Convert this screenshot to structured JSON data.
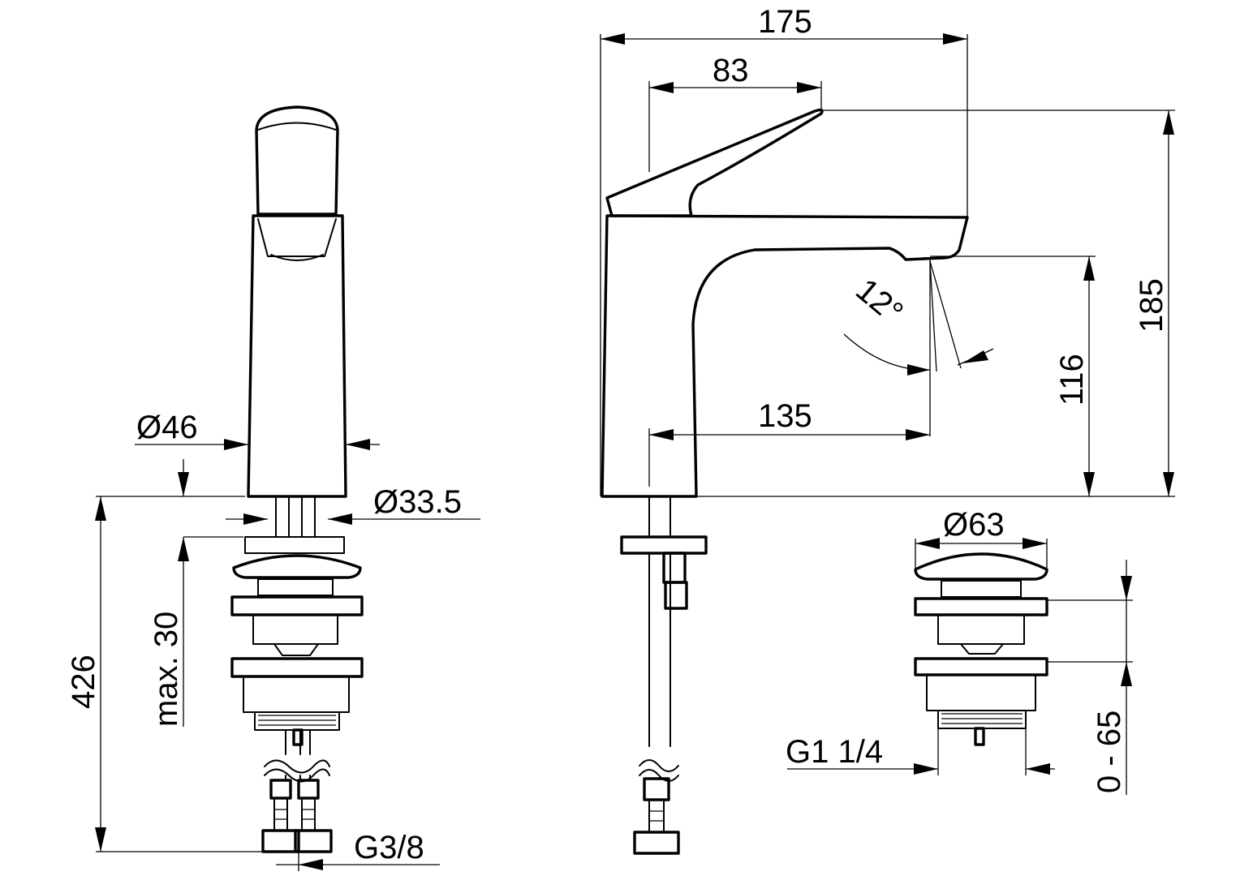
{
  "labels": {
    "width_total": "175",
    "lever_reach": "83",
    "height_total": "185",
    "angle": "12°",
    "outlet_height": "116",
    "spout_reach": "135",
    "body_diameter": "Ø46",
    "base_diameter": "Ø33.5",
    "max_thickness": "max. 30",
    "hose_length": "426",
    "hose_thread": "G3/8",
    "waste_diameter": "Ø63",
    "waste_thread": "G1 1/4",
    "waste_range": "0 - 65"
  }
}
